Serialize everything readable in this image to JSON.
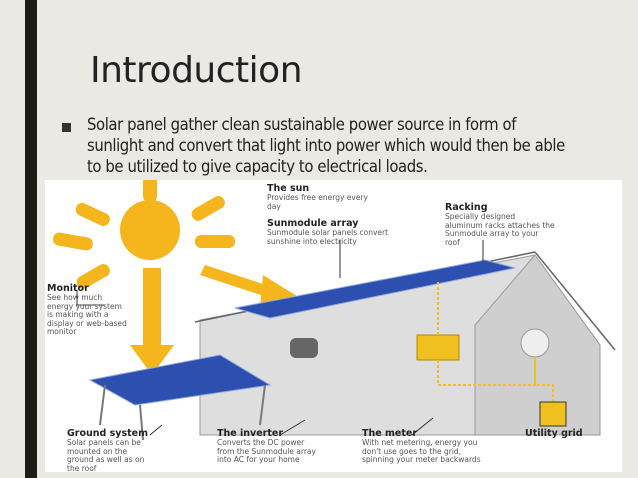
{
  "slide": {
    "title": "Introduction",
    "bullet": "Solar panel gather clean sustainable power source in form of sunlight and convert that light into power which would then be able to be utilized to give capacity to electrical loads."
  },
  "diagram": {
    "labels": [
      {
        "title": "The sun",
        "desc": "Provides free energy every day"
      },
      {
        "title": "Sunmodule array",
        "desc": "Sunmodule solar panels convert sunshine into electricity"
      },
      {
        "title": "Racking",
        "desc": "Specially designed aluminum racks attaches the Sunmodule array to your roof"
      },
      {
        "title": "Monitor",
        "desc": "See how much energy your system is making with a display or web-based monitor"
      },
      {
        "title": "Ground system",
        "desc": "Solar panels can be mounted on the ground as well as on the roof"
      },
      {
        "title": "The inverter",
        "desc": "Converts the DC power from the Sunmodule array into AC for your home"
      },
      {
        "title": "The meter",
        "desc": "With net metering, energy you don't use goes to the grid, spinning your meter backwards"
      },
      {
        "title": "Utility grid",
        "desc": ""
      }
    ],
    "colors": {
      "sun": "#f5b51c",
      "panel": "#2c4fb0",
      "house": "#dcdcdc",
      "inverter": "#f0c020"
    }
  }
}
